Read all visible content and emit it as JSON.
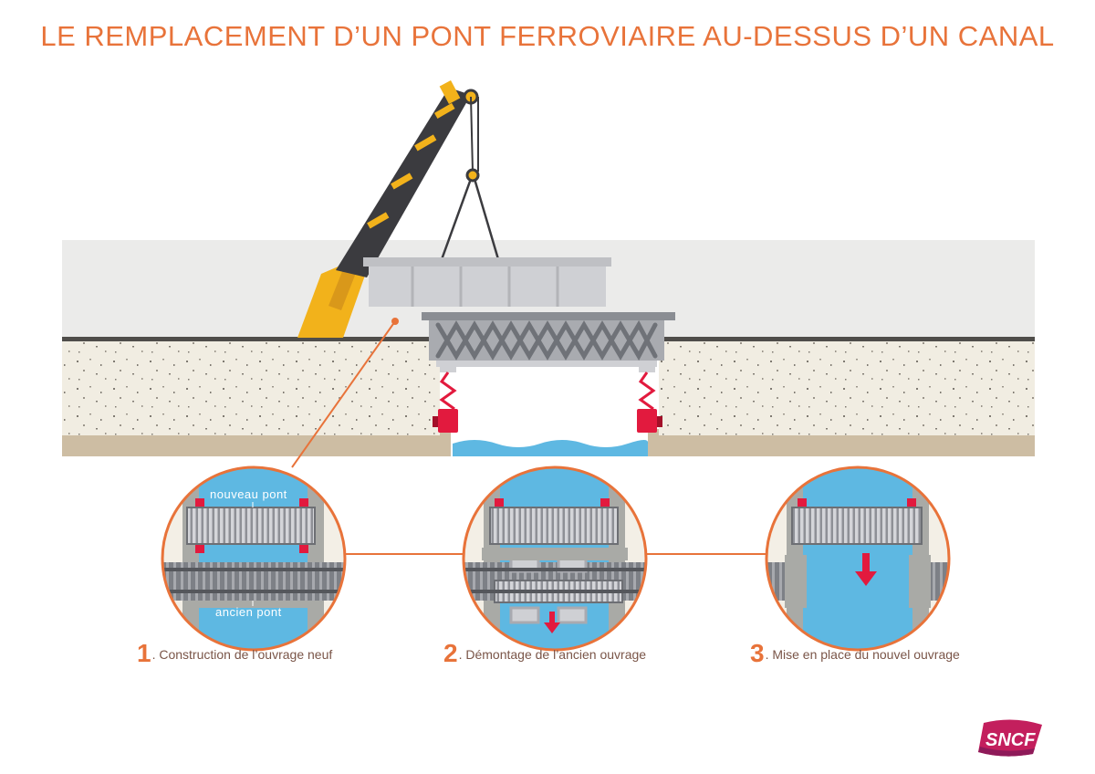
{
  "title": "LE REMPLACEMENT D’UN PONT FERROVIAIRE AU-DESSUS D’UN CANAL",
  "labels": {
    "new_bridge": "nouveau pont",
    "old_bridge": "ancien pont"
  },
  "steps": [
    {
      "number": "1",
      "text": ". Construction de l’ouvrage neuf"
    },
    {
      "number": "2",
      "text": ". Démontage de l’ancien ouvrage"
    },
    {
      "number": "3",
      "text": ". Mise en place du nouvel ouvrage"
    }
  ],
  "logo": {
    "text": "SNCF"
  },
  "colors": {
    "accent": "#e8733a",
    "crane": "#f2b21b",
    "water": "#5eb8e2",
    "jack": "#e21a3e",
    "steel": "#8a8d93",
    "logo": "#c31f5d"
  }
}
